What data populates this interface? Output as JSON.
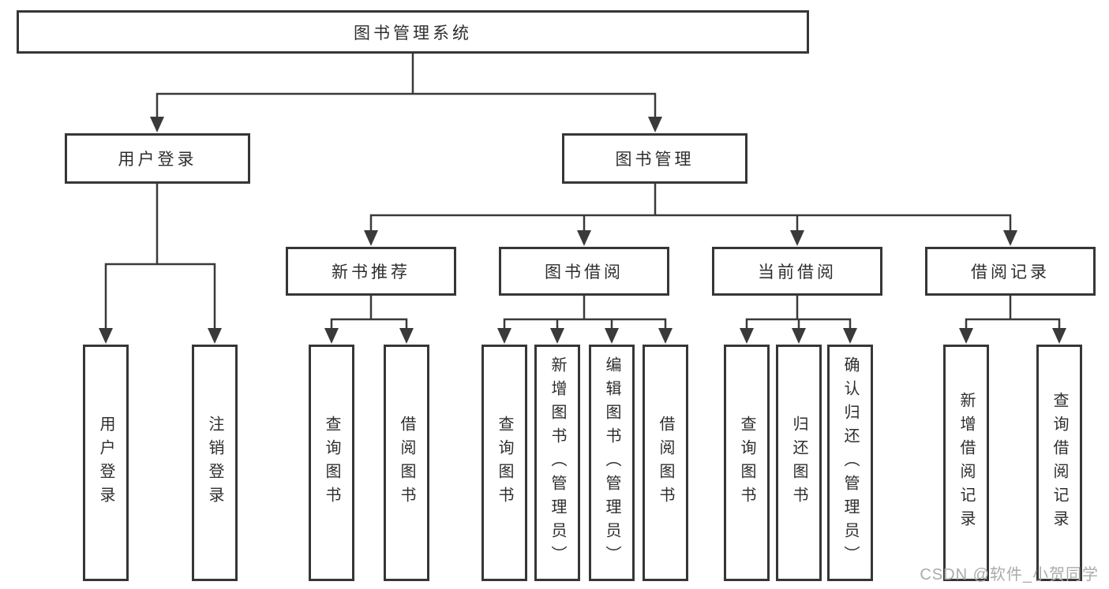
{
  "diagram": {
    "root": {
      "label": "图书管理系统"
    },
    "level2": [
      {
        "label": "用户登录"
      },
      {
        "label": "图书管理"
      }
    ],
    "level3": [
      {
        "label": "新书推荐"
      },
      {
        "label": "图书借阅"
      },
      {
        "label": "当前借阅"
      },
      {
        "label": "借阅记录"
      }
    ],
    "leaves": [
      {
        "label": "用户登录"
      },
      {
        "label": "注销登录"
      },
      {
        "label": "查询图书"
      },
      {
        "label": "借阅图书"
      },
      {
        "label": "查询图书"
      },
      {
        "label": "新增图书（管理员）"
      },
      {
        "label": "编辑图书（管理员）"
      },
      {
        "label": "借阅图书"
      },
      {
        "label": "查询图书"
      },
      {
        "label": "归还图书"
      },
      {
        "label": "确认归还（管理员）"
      },
      {
        "label": "新增借阅记录"
      },
      {
        "label": "查询借阅记录"
      }
    ]
  },
  "watermark": {
    "text": "CSDN @软件_小贺同学"
  },
  "colors": {
    "line": "#3a3a3a",
    "box_border": "#363636",
    "text": "#2e2e2e",
    "watermark": "#ababab",
    "background": "#ffffff"
  }
}
